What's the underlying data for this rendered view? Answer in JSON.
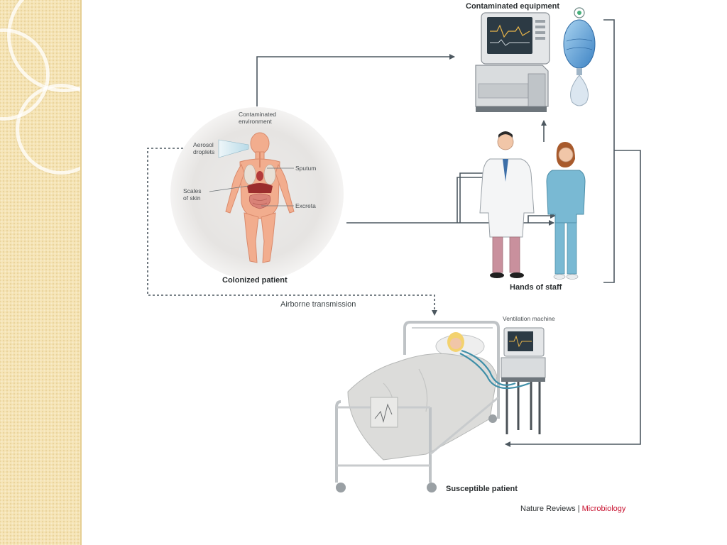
{
  "labels": {
    "contaminated_equipment": "Contaminated equipment",
    "contaminated_environment_line1": "Contaminated",
    "contaminated_environment_line2": "environment",
    "aerosol_line1": "Aerosol",
    "aerosol_line2": "droplets",
    "sputum": "Sputum",
    "scales_line1": "Scales",
    "scales_line2": "of skin",
    "excreta": "Excreta",
    "colonized_patient": "Colonized patient",
    "hands_of_staff": "Hands of staff",
    "airborne_transmission": "Airborne transmission",
    "ventilation_machine": "Ventilation machine",
    "susceptible_patient": "Susceptible patient"
  },
  "credit": {
    "publisher": "Nature Reviews",
    "separator": " | ",
    "journal": "Microbiology"
  },
  "colors": {
    "sidebar": "#f5e3b4",
    "arrow": "#4d5860",
    "scrubs": "#79b9d3",
    "trousers": "#c9909d",
    "body": "#f0a88a",
    "journal_accent": "#c8102e"
  }
}
